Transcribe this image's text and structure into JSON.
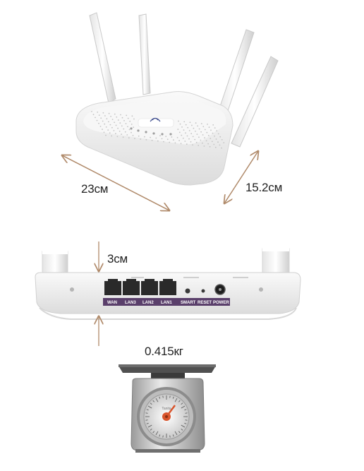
{
  "dimensions": {
    "length": "23см",
    "depth": "15.2см",
    "height": "3см",
    "weight": "0.415кг"
  },
  "ports": {
    "wan": "WAN",
    "lan3": "LAN3",
    "lan2": "LAN2",
    "lan1": "LAN1",
    "smart": "SMART",
    "reset": "RESET",
    "power": "POWER"
  },
  "scale": {
    "brand": "Tanita"
  },
  "colors": {
    "arrow": "#b08a6a",
    "router_body": "#f2f2f2",
    "port_strip": "#5a3f6b"
  }
}
